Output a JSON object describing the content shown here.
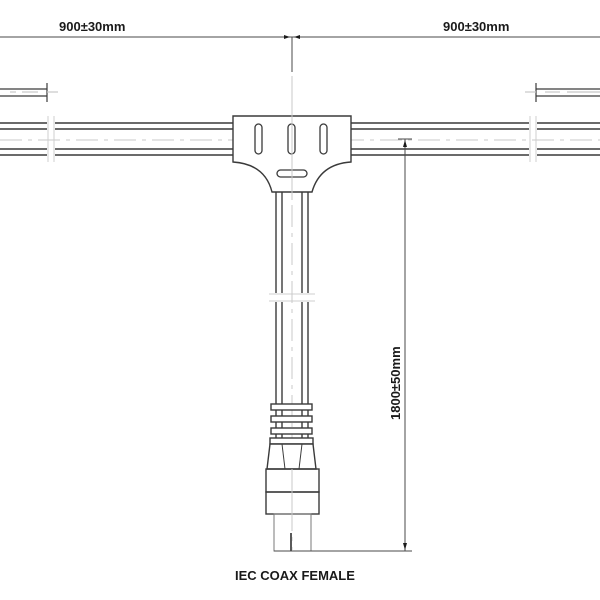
{
  "diagram": {
    "type": "technical-drawing",
    "subject": "T-splitter cable assembly",
    "colors": {
      "line": "#3a3a3a",
      "centerline": "#c8c8c8",
      "dimension": "#4a4a4a",
      "text": "#1a1a1a",
      "background": "#ffffff"
    },
    "dimensions": {
      "left_arm": "900±30mm",
      "right_arm": "900±30mm",
      "drop_length": "1800±50mm"
    },
    "labels": {
      "bottom_connector": "IEC COAX FEMALE"
    },
    "components": [
      {
        "id": "left-cable",
        "description": "Horizontal cable, left arm, with break marks"
      },
      {
        "id": "right-cable",
        "description": "Horizontal cable, right arm, with break marks"
      },
      {
        "id": "t-junction",
        "description": "Moulded T-junction body with three vertical slots and one horizontal slot"
      },
      {
        "id": "drop-cable",
        "description": "Vertical drop cable with break mark"
      },
      {
        "id": "strain-relief",
        "description": "Ribbed strain relief boot"
      },
      {
        "id": "iec-connector",
        "description": "IEC coax female connector"
      }
    ]
  }
}
